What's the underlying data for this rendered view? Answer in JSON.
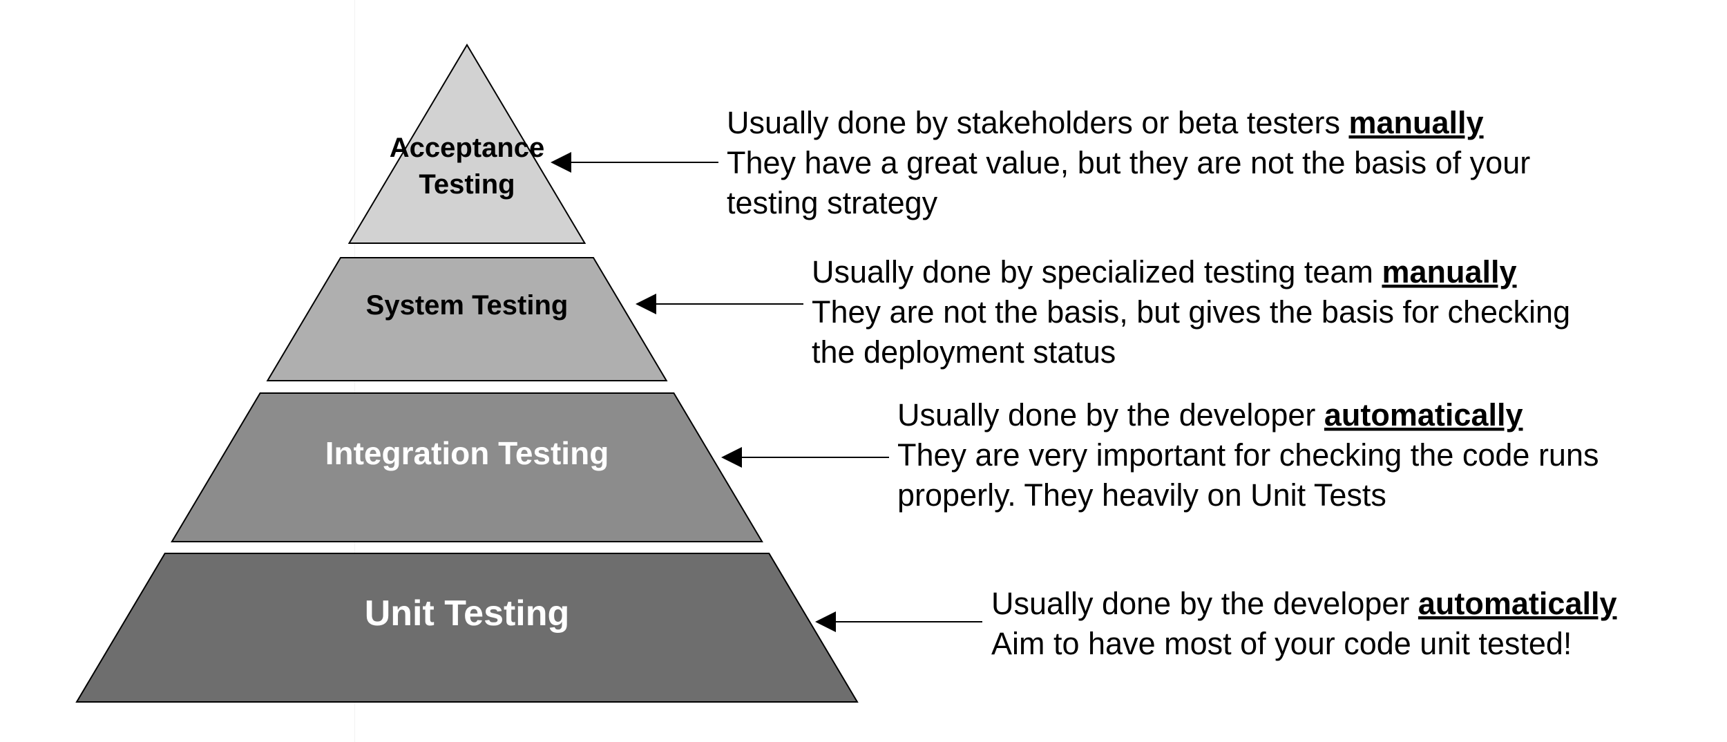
{
  "tiers": [
    {
      "label_lines": [
        "Acceptance",
        "Testing"
      ],
      "description": [
        {
          "text": "Usually done by stakeholders or beta testers ",
          "emphasis": "manually"
        },
        {
          "text": "They have a great value, but they are not the basis of your"
        },
        {
          "text": "testing strategy"
        }
      ]
    },
    {
      "label_lines": [
        "System Testing"
      ],
      "description": [
        {
          "text": "Usually done by specialized testing team ",
          "emphasis": "manually"
        },
        {
          "text": "They are not the basis, but gives the basis for checking"
        },
        {
          "text": "the deployment status"
        }
      ]
    },
    {
      "label_lines": [
        "Integration Testing"
      ],
      "description": [
        {
          "text": "Usually done by the developer ",
          "emphasis": "automatically"
        },
        {
          "text": "They are very important for checking the code runs"
        },
        {
          "text": "properly. They heavily on Unit Tests"
        }
      ]
    },
    {
      "label_lines": [
        "Unit Testing"
      ],
      "description": [
        {
          "text": "Usually done by the developer ",
          "emphasis": "automatically"
        },
        {
          "text": "Aim to have most of your code unit tested!"
        }
      ]
    }
  ],
  "colors": {
    "tier_fills": [
      "#d2d2d2",
      "#afafaf",
      "#8c8c8c",
      "#6e6e6e"
    ],
    "tier_label_colors": [
      "#000000",
      "#000000",
      "#ffffff",
      "#ffffff"
    ],
    "outline": "#000000",
    "text": "#000000",
    "background": "#ffffff"
  }
}
